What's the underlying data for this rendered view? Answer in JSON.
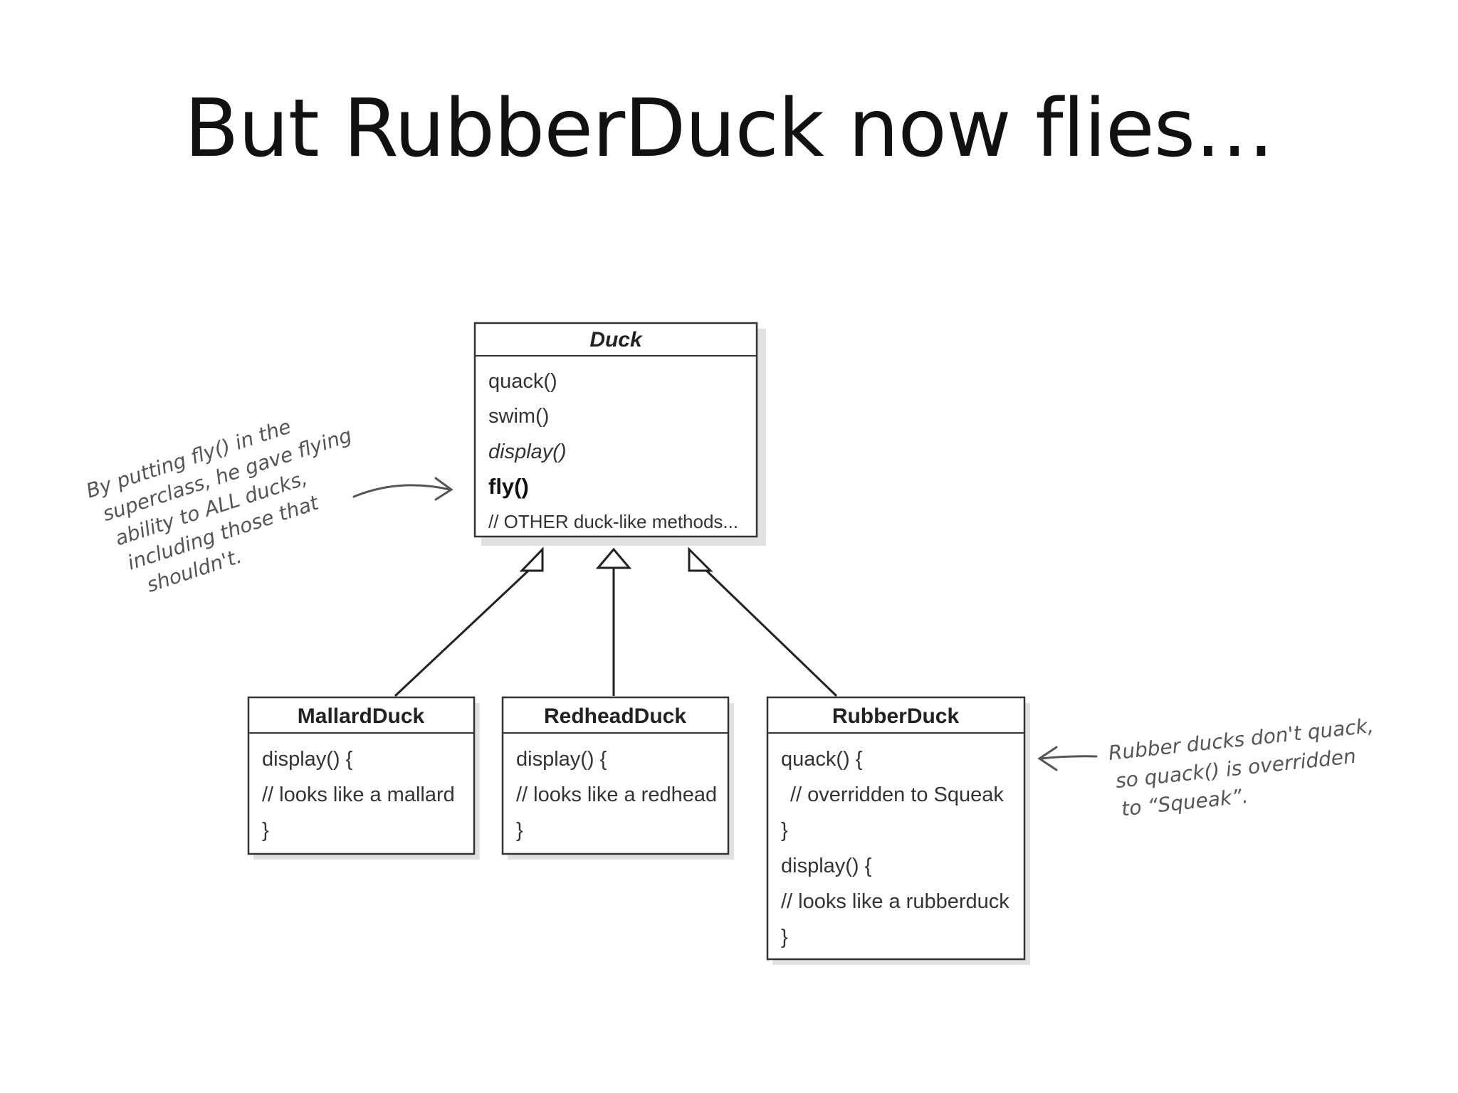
{
  "slide": {
    "title": "But RubberDuck now flies…"
  },
  "diagram": {
    "superclass": {
      "name": "Duck",
      "members": [
        "quack()",
        "swim()",
        "display()",
        "fly()",
        "// OTHER duck-like methods..."
      ]
    },
    "subclasses": [
      {
        "name": "MallardDuck",
        "members": [
          "display() {",
          "// looks like a mallard",
          "}"
        ]
      },
      {
        "name": "RedheadDuck",
        "members": [
          "display() {",
          "// looks like a redhead",
          "}"
        ]
      },
      {
        "name": "RubberDuck",
        "members": [
          "quack() {",
          "// overridden to Squeak",
          "}",
          "display() {",
          "// looks like a rubberduck",
          "}"
        ]
      }
    ],
    "notes": {
      "left": [
        "By putting fly() in the",
        "superclass, he gave flying",
        "ability to ALL ducks,",
        "including those that",
        "shouldn't."
      ],
      "right": [
        "Rubber ducks don't quack,",
        "so quack() is overridden",
        "to “Squeak”."
      ]
    }
  }
}
